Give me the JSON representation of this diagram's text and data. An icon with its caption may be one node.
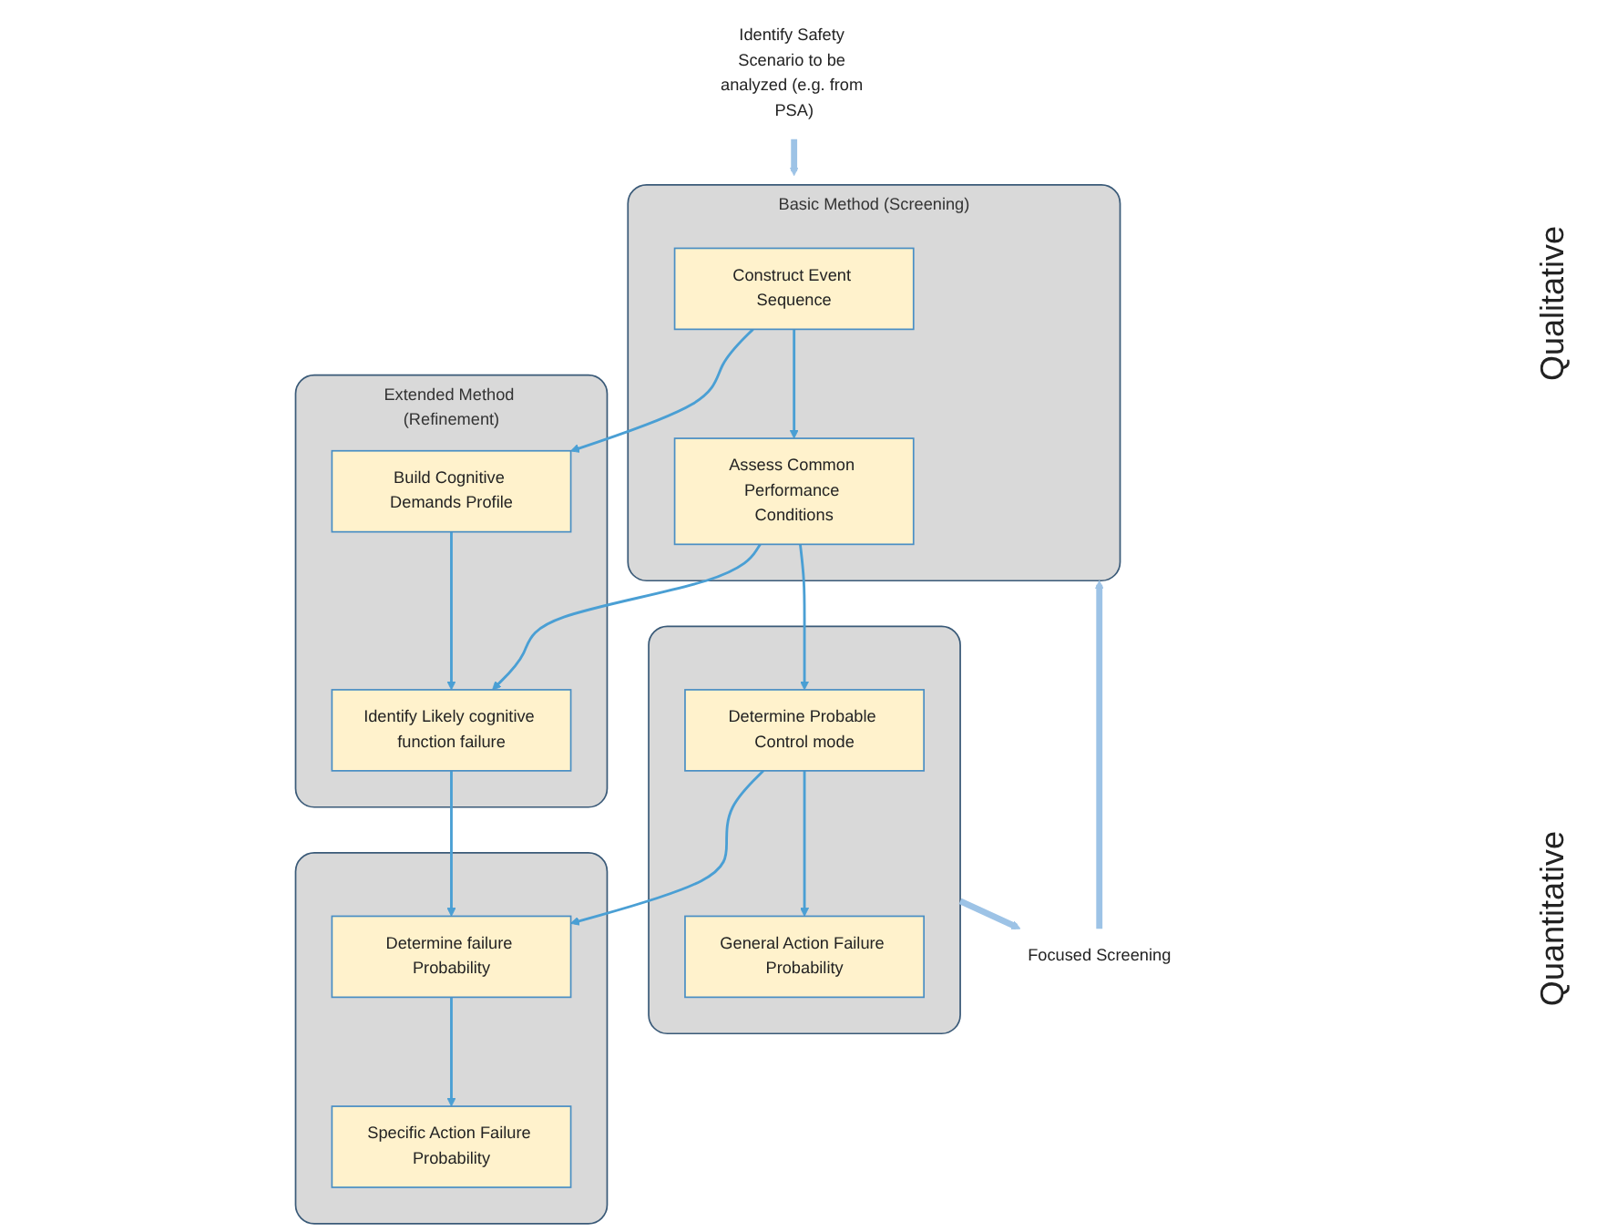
{
  "diagram": {
    "nodes": [
      {
        "text": [
          "Identify Safety Scenario to be analyzed (e.g. from PSA)"
        ]
      },
      {
        "text": [
          "Basic Method (Screening)"
        ]
      },
      {
        "text": [
          "Construct Event Sequence"
        ],
        "in": 1
      },
      {
        "text": [
          "Assess Common Performance Conditions"
        ],
        "in": 1
      },
      {
        "text": [
          "Extended Method (Refinement)"
        ]
      },
      {
        "text": [
          "Build Cognitive Demands Profile"
        ],
        "in": 4
      },
      {
        "text": [
          "Identify Likely cognitive function failure"
        ],
        "in": 4
      },
      {
        "text": [
          "Focused Screening"
        ]
      },
      {
        "text": [],
        "shape": "box"
      },
      {
        "text": [
          "Determine Probable Control mode"
        ],
        "in": 8
      },
      {
        "text": [
          "General Action Failure Probability"
        ],
        "in": 8
      },
      {
        "text": [],
        "shape": "box"
      },
      {
        "text": [
          "Determine failure Probability"
        ],
        "in": 11
      },
      {
        "text": [
          "Specific Action Failure Probability"
        ],
        "in": 11
      }
    ],
    "edges": [
      {
        "from": 0,
        "to": 1,
        "arrow": "to",
        "style": "thick",
        "color": "#9dc3e6"
      },
      {
        "from": 2,
        "to": 5,
        "arrow": "to"
      },
      {
        "from": 2,
        "to": 3,
        "arrow": "to"
      },
      {
        "from": 5,
        "to": 6,
        "arrow": "to"
      },
      {
        "from": 3,
        "to": 6,
        "arrow": "to"
      },
      {
        "from": 3,
        "to": 9,
        "arrow": "to"
      },
      {
        "from": 6,
        "to": 12,
        "arrow": "to"
      },
      {
        "from": 9,
        "to": 12,
        "arrow": "to"
      },
      {
        "from": 9,
        "to": 10,
        "arrow": "to"
      },
      {
        "from": 12,
        "to": 13,
        "arrow": "to"
      },
      {
        "from": 8,
        "to": 7,
        "arrow": "to",
        "style": "thick",
        "color": "#9dc3e6"
      },
      {
        "from": 7,
        "to": 1,
        "arrow": "to",
        "style": "thick",
        "color": "#9dc3e6"
      }
    ],
    "labels": [
      "Qualitative",
      "Quantitative"
    ]
  }
}
